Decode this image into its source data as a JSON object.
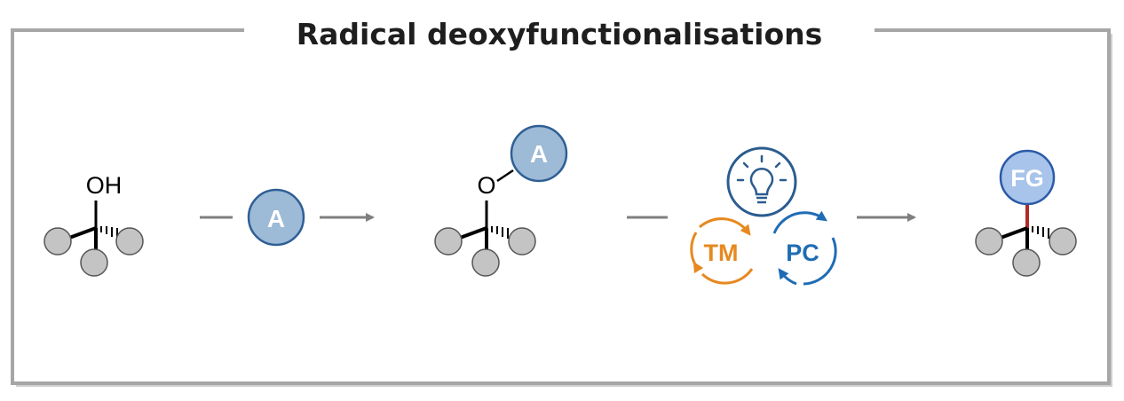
{
  "title": "Radical deoxyfunctionalisations",
  "labels": {
    "oh": "OH",
    "activator": "A",
    "activator_bound": "A",
    "oxygen": "O",
    "tm": "TM",
    "pc": "PC",
    "fg": "FG"
  },
  "colors": {
    "frame": "#a6a6a6",
    "arrow": "#7f7f7f",
    "substituent_fill": "#c4c4c4",
    "activator_fill": "#9dbad6",
    "activator_stroke": "#2e5f95",
    "fg_fill": "#a9c4ea",
    "fg_stroke": "#2b5aa8",
    "tm_color": "#e6891f",
    "pc_color": "#1f6cb5",
    "new_bond": "#b02a2a",
    "bulb_color": "#2b5c8f"
  },
  "icons": [
    "light-bulb-icon",
    "tm-cycle-arrows",
    "pc-cycle-arrows"
  ]
}
